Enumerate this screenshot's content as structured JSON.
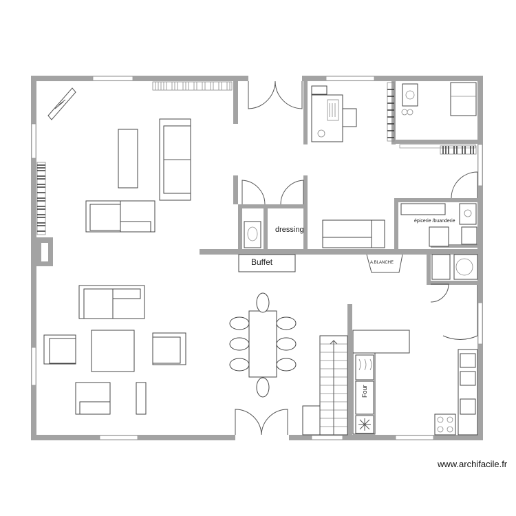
{
  "rooms": {
    "dressing": "dressing",
    "buffet": "Buffet",
    "epicerie": "épicerie /buanderie",
    "four": "Four",
    "ablanche": "A.BLANCHE"
  },
  "credit": "www.archifacile.fr"
}
